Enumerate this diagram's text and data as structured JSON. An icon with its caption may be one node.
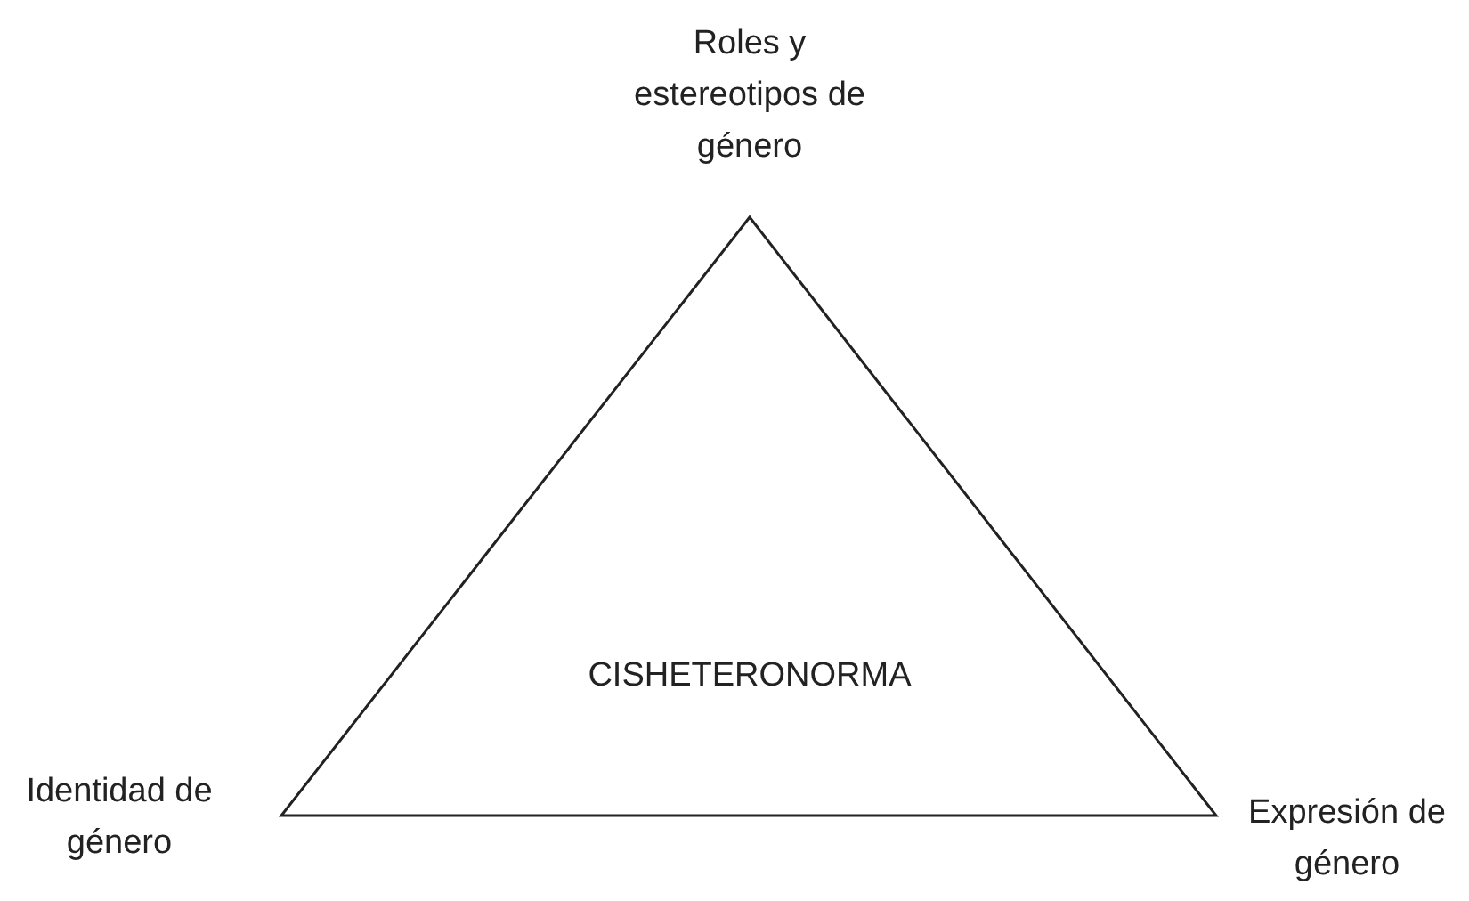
{
  "diagram": {
    "nodes": [
      {
        "text": [
          "CISHETERONORMA"
        ],
        "beside": [
          "Roles y estereotipos de género",
          "Identidad de género",
          "Expresión de género"
        ]
      }
    ]
  }
}
